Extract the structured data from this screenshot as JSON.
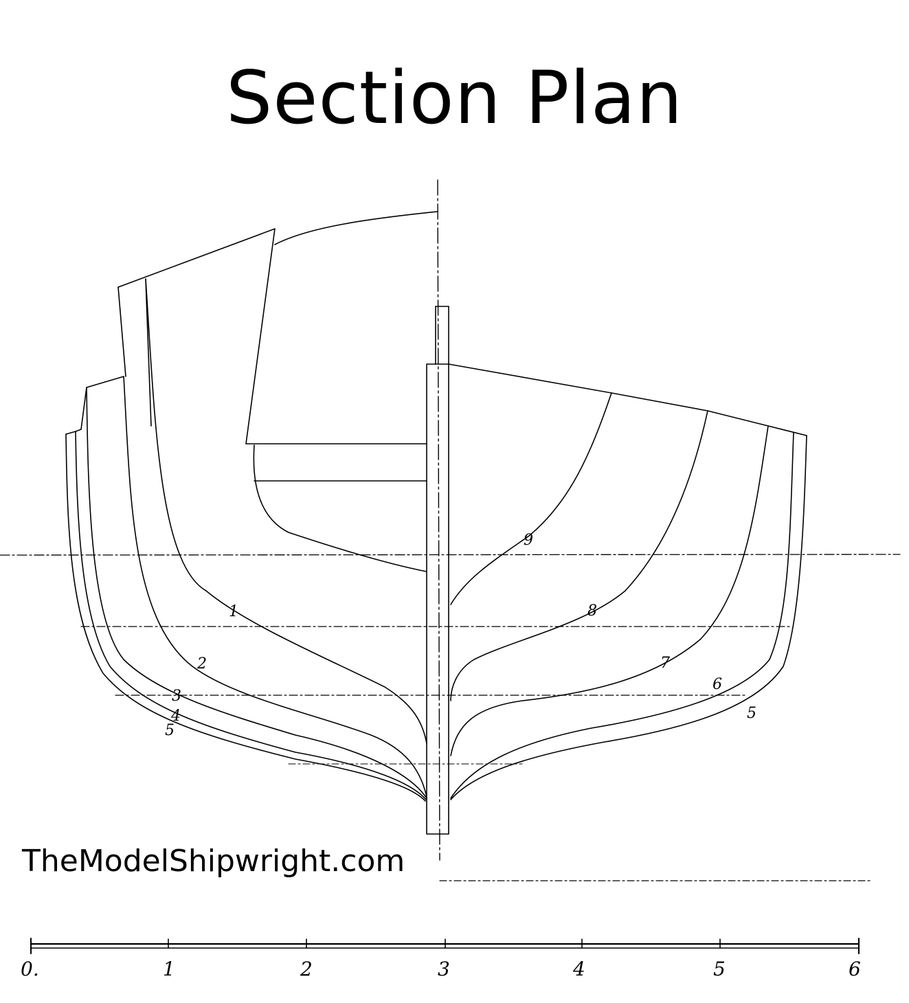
{
  "title": "Section Plan",
  "watermark": "TheModelShipwright.com",
  "colors": {
    "ink": "#000000",
    "paper": "#ffffff"
  },
  "stations_aft": [
    "1",
    "2",
    "3",
    "4",
    "5"
  ],
  "stations_fore": [
    "9",
    "8",
    "7",
    "6",
    "5"
  ],
  "scale": {
    "ticks": [
      "0.",
      "1",
      "2",
      "3",
      "4",
      "5",
      "6"
    ]
  }
}
